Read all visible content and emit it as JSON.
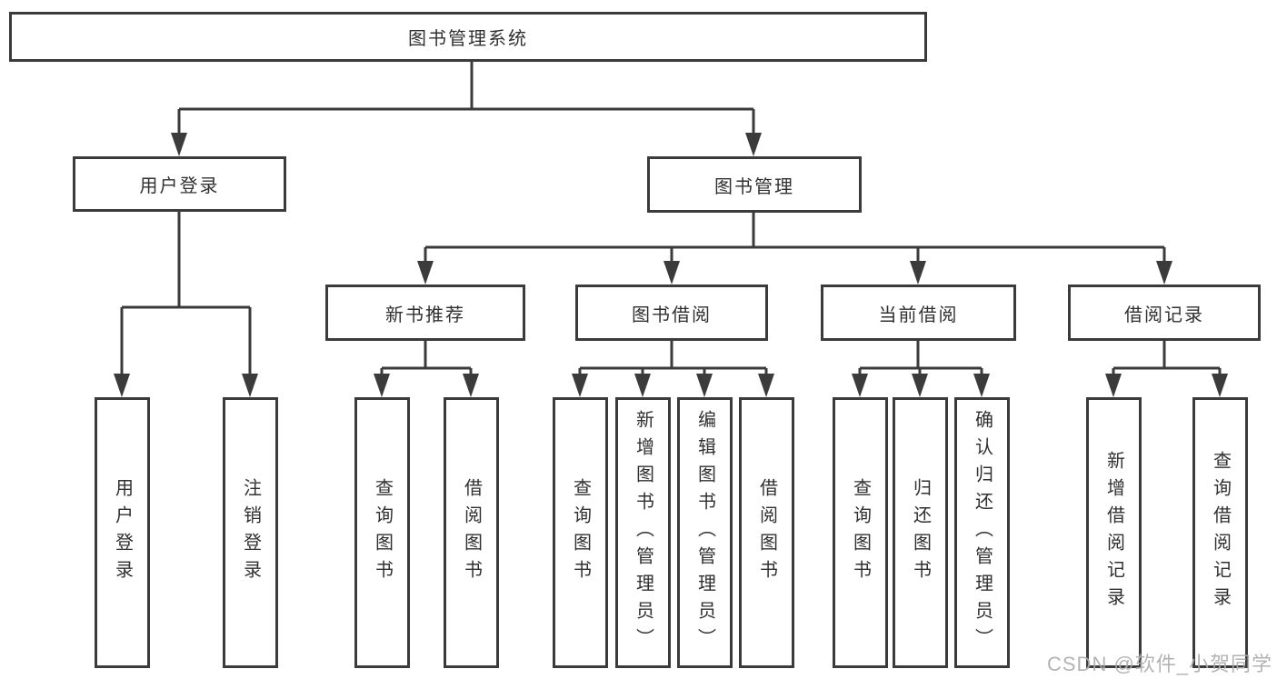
{
  "diagram": {
    "root": {
      "label": "图书管理系统"
    },
    "level2": {
      "user_login": {
        "label": "用户登录"
      },
      "book_management": {
        "label": "图书管理"
      }
    },
    "level3": {
      "new_book_recommend": {
        "label": "新书推荐"
      },
      "book_borrow": {
        "label": "图书借阅"
      },
      "current_borrow": {
        "label": "当前借阅"
      },
      "borrow_record": {
        "label": "借阅记录"
      }
    },
    "leaves": {
      "user_login": {
        "label": "用户登录"
      },
      "logout": {
        "label": "注销登录"
      },
      "recommend_query_book": {
        "label": "查询图书"
      },
      "recommend_borrow_book": {
        "label": "借阅图书"
      },
      "borrow_query_book": {
        "label": "查询图书"
      },
      "borrow_add_book": {
        "label": "新增图书（管理员）"
      },
      "borrow_edit_book": {
        "label": "编辑图书（管理员）"
      },
      "borrow_borrow_book": {
        "label": "借阅图书"
      },
      "current_query_book": {
        "label": "查询图书"
      },
      "current_return_book": {
        "label": "归还图书"
      },
      "current_confirm_return": {
        "label": "确认归还（管理员）"
      },
      "record_add_record": {
        "label": "新增借阅记录"
      },
      "record_query_record": {
        "label": "查询借阅记录"
      }
    }
  },
  "watermark": {
    "text": "CSDN @软件_小贺同学"
  },
  "colors": {
    "line": "#3b3b3b",
    "box_border": "#3b3b3b",
    "text": "#303030",
    "background": "#ffffff",
    "watermark": "#adadad"
  }
}
